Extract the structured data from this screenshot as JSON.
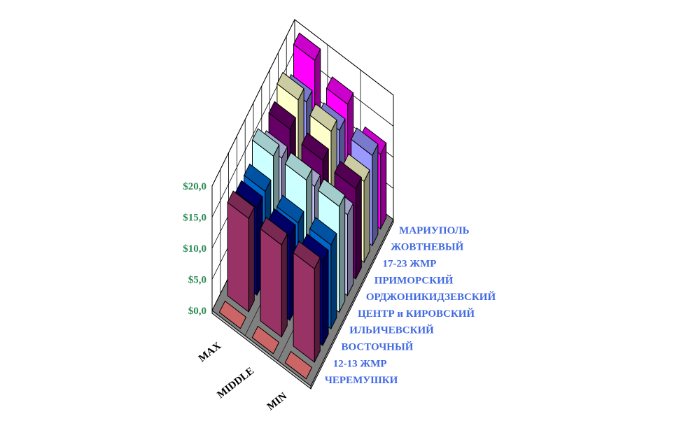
{
  "chart_data": {
    "type": "bar",
    "variant": "3d-column",
    "title": "",
    "xlabel": "",
    "ylabel": "",
    "ylim": [
      0,
      20
    ],
    "yticks": [
      "$0,0",
      "$5,0",
      "$10,0",
      "$15,0",
      "$20,0"
    ],
    "grid": true,
    "categories": [
      "ЧЕРЕМУШКИ",
      "12-13 ЖМР",
      "ВОСТОЧНЫЙ",
      "ИЛЬИЧЕВСКИЙ",
      "ЦЕНТР и КИРОВСКИЙ",
      "ОРДЖОНИКИДЗЕВСКИЙ",
      "ПРИМОРСКИЙ",
      "17-23 ЖМР",
      "ЖОВТНЕВЫЙ",
      "МАРИУПОЛЬ"
    ],
    "series": [
      {
        "name": "MAX",
        "values": [
          0,
          15.0,
          14.0,
          14.0,
          17.0,
          14.0,
          16.0,
          18.0,
          15.0,
          19.0
        ]
      },
      {
        "name": "MIDDLE",
        "values": [
          0,
          14.8,
          13.5,
          13.0,
          17.2,
          13.5,
          15.0,
          17.0,
          14.5,
          16.0
        ]
      },
      {
        "name": "MIN",
        "values": [
          0,
          15.0,
          13.5,
          13.5,
          17.0,
          13.0,
          14.5,
          13.0,
          14.5,
          12.0
        ]
      }
    ],
    "colors": [
      "#993366",
      "#993366",
      "#000080",
      "#0066cc",
      "#ccffff",
      "#ccccff",
      "#660066",
      "#ffffcc",
      "#9999ff",
      "#ff00ff"
    ]
  }
}
